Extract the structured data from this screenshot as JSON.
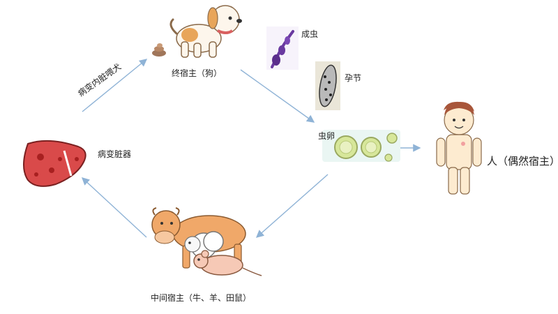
{
  "labels": {
    "final_host": "终宿主（狗）",
    "edge_feed": "病变内脏喂犬",
    "adult": "成虫",
    "proglottid": "孕节",
    "egg": "虫卵",
    "human": "人（偶然宿主）",
    "organ": "病变脏器",
    "intermediate": "中间宿主（牛、羊、田鼠）"
  },
  "icons": {
    "dog": "dog-icon",
    "feces": "feces-icon",
    "adult_worm": "adult-worm-icon",
    "proglottid": "proglottid-icon",
    "eggs": "egg-icon",
    "human": "human-icon",
    "liver": "liver-icon",
    "livestock": "livestock-icon"
  },
  "colors": {
    "arrow": "#8fb3d6",
    "dog_patch": "#e8a55a",
    "liver": "#d94a4a",
    "worm": "#6a3aa0",
    "cow": "#f0a869",
    "egg": "#d7e79a"
  }
}
